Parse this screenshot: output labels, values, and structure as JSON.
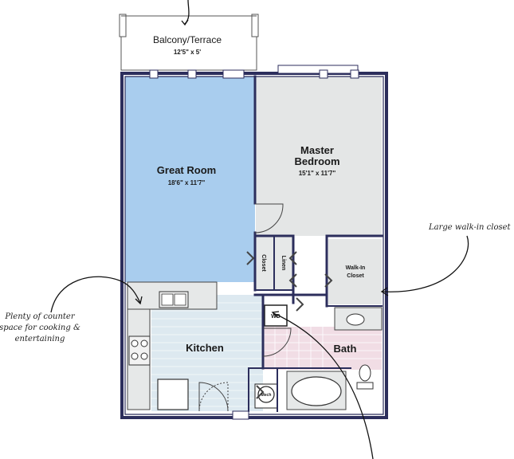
{
  "rooms": {
    "balcony": {
      "name": "Balcony/Terrace",
      "size": "12'5\" x 5'"
    },
    "great_room": {
      "name": "Great Room",
      "size": "18'6\" x 11'7\""
    },
    "bedroom": {
      "name_line1": "Master",
      "name_line2": "Bedroom",
      "size": "15'1\" x 11'7\""
    },
    "kitchen": {
      "name": "Kitchen"
    },
    "bath": {
      "name": "Bath"
    },
    "walkin": {
      "line1": "Walk-In",
      "line2": "Closet"
    },
    "closet": {
      "name": "Closet"
    },
    "linen": {
      "name": "Linen"
    },
    "wd": {
      "name": "WD"
    },
    "mech": {
      "name": "Mech"
    }
  },
  "annotations": {
    "closet_note": "Large walk-in closet",
    "counter_line1": "Plenty of counter",
    "counter_line2": "space for cooking &",
    "counter_line3": "entertaining"
  },
  "colors": {
    "wall": "#2c2e5c",
    "great_room_fill": "#a9cdee",
    "bedroom_fill": "#e4e6e6",
    "kitchen_fill": "#dde9f0",
    "bath_fill": "#f1dde5",
    "fixture_fill": "#e6e8e8"
  }
}
